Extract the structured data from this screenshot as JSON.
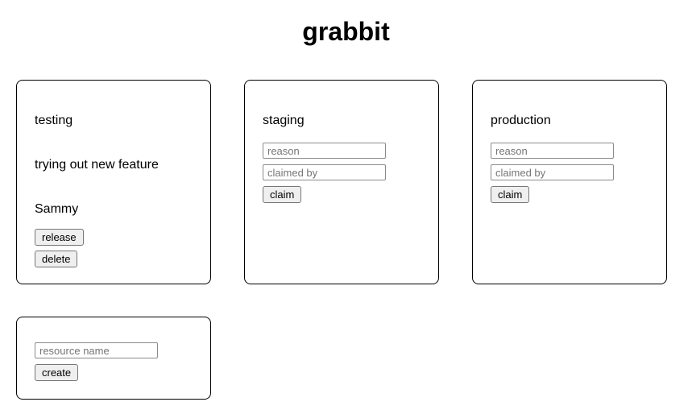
{
  "app": {
    "title": "grabbit"
  },
  "resources": [
    {
      "name": "testing",
      "reason": "trying out new feature",
      "claimed_by": "Sammy",
      "buttons": {
        "release": "release",
        "delete": "delete"
      }
    },
    {
      "name": "staging",
      "inputs": {
        "reason_placeholder": "reason",
        "claimed_by_placeholder": "claimed by"
      },
      "buttons": {
        "claim": "claim"
      }
    },
    {
      "name": "production",
      "inputs": {
        "reason_placeholder": "reason",
        "claimed_by_placeholder": "claimed by"
      },
      "buttons": {
        "claim": "claim"
      }
    }
  ],
  "create_form": {
    "name_placeholder": "resource name",
    "create_button": "create"
  },
  "colors": {
    "background": "#ffffff",
    "card_border": "#000000",
    "button_bg": "#efefef",
    "button_border": "#767676",
    "input_border": "#8b8b8b",
    "placeholder_text": "#757575"
  }
}
